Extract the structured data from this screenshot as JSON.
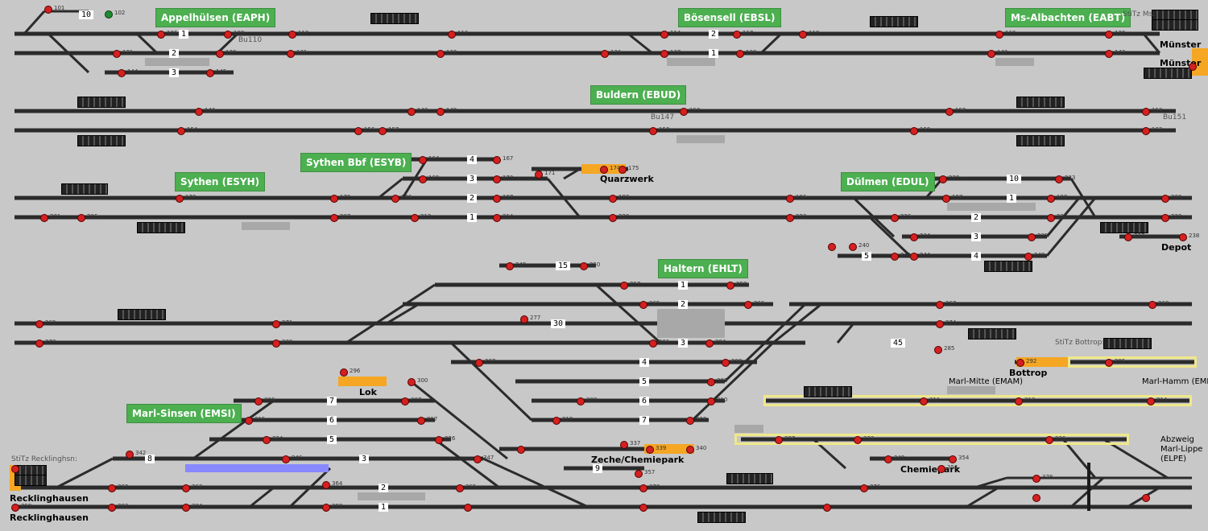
{
  "colors": {
    "background": "#c8c8c8",
    "track": "#2b2b2b",
    "station_label": "#4caf50",
    "signal_red": "#d42020",
    "signal_green": "#1e8c2e",
    "occupied": "#f5a623",
    "route_yellow": "#efe88a",
    "route_blue": "#8888ff"
  },
  "stations": [
    {
      "label": "Appelhülsen (EAPH)"
    },
    {
      "label": "Bösensell (EBSL)"
    },
    {
      "label": "Ms-Albachten (EABT)"
    },
    {
      "label": "Buldern (EBUD)"
    },
    {
      "label": "Sythen Bbf (ESYB)"
    },
    {
      "label": "Sythen (ESYH)"
    },
    {
      "label": "Dülmen (EDUL)"
    },
    {
      "label": "Haltern (EHLT)"
    },
    {
      "label": "Marl-Sinsen (EMSI)"
    }
  ],
  "destinations": [
    {
      "label": "Münster"
    },
    {
      "label": "Münster"
    },
    {
      "label": "Quarzwerk"
    },
    {
      "label": "Depot"
    },
    {
      "label": "Lok"
    },
    {
      "label": "Bottrop"
    },
    {
      "label": "Zeche/Chemiepark"
    },
    {
      "label": "Chemiepark"
    },
    {
      "label": "Recklinghausen"
    },
    {
      "label": "Recklinghausen"
    }
  ],
  "small_labels": [
    {
      "label": "StiTz Ms:"
    },
    {
      "label": "StiTz Recklinghsn:"
    },
    {
      "label": "StiTz Bottrop:"
    },
    {
      "label": "Marl-Mitte (EMAM)"
    },
    {
      "label": "Marl-Hamm (EMHM)"
    },
    {
      "label": "Abzweig"
    },
    {
      "label": "Marl-Lippe"
    },
    {
      "label": "(ELPE)"
    },
    {
      "label": "Bu147"
    },
    {
      "label": "Bu151"
    },
    {
      "label": "Bu110"
    }
  ],
  "platforms": [
    {
      "label": "1"
    },
    {
      "label": "2"
    },
    {
      "label": "3"
    },
    {
      "label": "2"
    },
    {
      "label": "1"
    },
    {
      "label": "4"
    },
    {
      "label": "3"
    },
    {
      "label": "2"
    },
    {
      "label": "1"
    },
    {
      "label": "10"
    },
    {
      "label": "1"
    },
    {
      "label": "2"
    },
    {
      "label": "3"
    },
    {
      "label": "4"
    },
    {
      "label": "5"
    },
    {
      "label": "15"
    },
    {
      "label": "1"
    },
    {
      "label": "2"
    },
    {
      "label": "30"
    },
    {
      "label": "3"
    },
    {
      "label": "45"
    },
    {
      "label": "4"
    },
    {
      "label": "5"
    },
    {
      "label": "6"
    },
    {
      "label": "7"
    },
    {
      "label": "7"
    },
    {
      "label": "6"
    },
    {
      "label": "5"
    },
    {
      "label": "8"
    },
    {
      "label": "3"
    },
    {
      "label": "9"
    },
    {
      "label": "2"
    },
    {
      "label": "1"
    },
    {
      "label": "10"
    }
  ],
  "signal_ids": [
    {
      "label": "101"
    },
    {
      "label": "102"
    },
    {
      "label": "106"
    },
    {
      "label": "108"
    },
    {
      "label": "112"
    },
    {
      "label": "116"
    },
    {
      "label": "114"
    },
    {
      "label": "117"
    },
    {
      "label": "118"
    },
    {
      "label": "119"
    },
    {
      "label": "120"
    },
    {
      "label": "121"
    },
    {
      "label": "130"
    },
    {
      "label": "131"
    },
    {
      "label": "132"
    },
    {
      "label": "136"
    },
    {
      "label": "137"
    },
    {
      "label": "138"
    },
    {
      "label": "142"
    },
    {
      "label": "143"
    },
    {
      "label": "144"
    },
    {
      "label": "145"
    },
    {
      "label": "146"
    },
    {
      "label": "148"
    },
    {
      "label": "149"
    },
    {
      "label": "150"
    },
    {
      "label": "152"
    },
    {
      "label": "153"
    },
    {
      "label": "154"
    },
    {
      "label": "156"
    },
    {
      "label": "157"
    },
    {
      "label": "158"
    },
    {
      "label": "159"
    },
    {
      "label": "163"
    },
    {
      "label": "164"
    },
    {
      "label": "167"
    },
    {
      "label": "169"
    },
    {
      "label": "170"
    },
    {
      "label": "171"
    },
    {
      "label": "174"
    },
    {
      "label": "175"
    },
    {
      "label": "178"
    },
    {
      "label": "179"
    },
    {
      "label": "186"
    },
    {
      "label": "187"
    },
    {
      "label": "192"
    },
    {
      "label": "196"
    },
    {
      "label": "197"
    },
    {
      "label": "198"
    },
    {
      "label": "200"
    },
    {
      "label": "201"
    },
    {
      "label": "206"
    },
    {
      "label": "207"
    },
    {
      "label": "212"
    },
    {
      "label": "214"
    },
    {
      "label": "220"
    },
    {
      "label": "223"
    },
    {
      "label": "226"
    },
    {
      "label": "227"
    },
    {
      "label": "228"
    },
    {
      "label": "229"
    },
    {
      "label": "233"
    },
    {
      "label": "234"
    },
    {
      "label": "235"
    },
    {
      "label": "237"
    },
    {
      "label": "238"
    },
    {
      "label": "240"
    },
    {
      "label": "241"
    },
    {
      "label": "244"
    },
    {
      "label": "248"
    },
    {
      "label": "249"
    },
    {
      "label": "250"
    },
    {
      "label": "257"
    },
    {
      "label": "258"
    },
    {
      "label": "265"
    },
    {
      "label": "266"
    },
    {
      "label": "267"
    },
    {
      "label": "268"
    },
    {
      "label": "269"
    },
    {
      "label": "271"
    },
    {
      "label": "274"
    },
    {
      "label": "277"
    },
    {
      "label": "278"
    },
    {
      "label": "280"
    },
    {
      "label": "281"
    },
    {
      "label": "284"
    },
    {
      "label": "285"
    },
    {
      "label": "287"
    },
    {
      "label": "288"
    },
    {
      "label": "292"
    },
    {
      "label": "295"
    },
    {
      "label": "296"
    },
    {
      "label": "300"
    },
    {
      "label": "303"
    },
    {
      "label": "306"
    },
    {
      "label": "307"
    },
    {
      "label": "308"
    },
    {
      "label": "310"
    },
    {
      "label": "311"
    },
    {
      "label": "313"
    },
    {
      "label": "314"
    },
    {
      "label": "315"
    },
    {
      "label": "317"
    },
    {
      "label": "319"
    },
    {
      "label": "323"
    },
    {
      "label": "324"
    },
    {
      "label": "326"
    },
    {
      "label": "327"
    },
    {
      "label": "333"
    },
    {
      "label": "336"
    },
    {
      "label": "337"
    },
    {
      "label": "339"
    },
    {
      "label": "340"
    },
    {
      "label": "342"
    },
    {
      "label": "346"
    },
    {
      "label": "347"
    },
    {
      "label": "349"
    },
    {
      "label": "354"
    },
    {
      "label": "356"
    },
    {
      "label": "357"
    },
    {
      "label": "358"
    },
    {
      "label": "359"
    },
    {
      "label": "360"
    },
    {
      "label": "363"
    },
    {
      "label": "364"
    },
    {
      "label": "365"
    },
    {
      "label": "370"
    },
    {
      "label": "376"
    },
    {
      "label": "378"
    },
    {
      "label": "383"
    },
    {
      "label": "384"
    },
    {
      "label": "398"
    }
  ]
}
